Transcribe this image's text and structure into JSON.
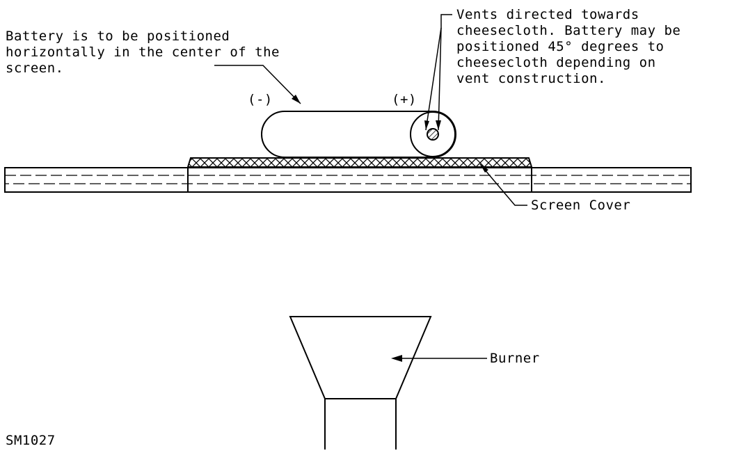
{
  "labels": {
    "battery_note": [
      "Battery is to be positioned",
      "horizontally in the center of the",
      "screen."
    ],
    "vents_note": [
      "Vents directed towards",
      "cheesecloth.  Battery may be",
      "positioned 45° degrees to",
      "cheesecloth depending on",
      "vent construction."
    ],
    "negative_terminal": "(-)",
    "positive_terminal": "(+)",
    "screen_cover": "Screen Cover",
    "burner": "Burner",
    "figure_id": "SM1027"
  }
}
